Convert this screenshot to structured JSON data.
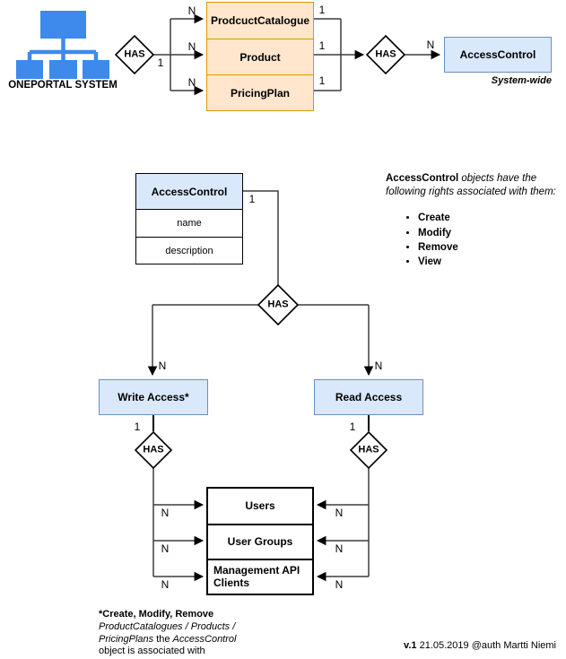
{
  "colors": {
    "icon_blue": "#3E89EC",
    "orange_fill": "#FFE6CC",
    "orange_border": "#D79B00",
    "blue_fill": "#DAE8FC",
    "blue_border": "#6C8EBF",
    "line": "#3d3d3d"
  },
  "top": {
    "system_label": "ONEPORTAL SYSTEM",
    "has_left": "HAS",
    "has_left_card": "1",
    "stack_items": [
      "ProdcuctCatalogue",
      "Product",
      "PricingPlan"
    ],
    "stack_left_cards": [
      "N",
      "N",
      "N"
    ],
    "stack_right_cards": [
      "1",
      "1",
      "1"
    ],
    "has_right": "HAS",
    "has_right_card": "N",
    "access_control_label": "AccessControl",
    "scope_note": "System-wide"
  },
  "entity": {
    "title": "AccessControl",
    "attributes": [
      "name",
      "description"
    ],
    "card": "1"
  },
  "rights_note": {
    "lead_bold": "AccessControl",
    "lead_italic": " objects have the following rights associated with them:",
    "bullets": [
      "Create",
      "Modify",
      "Remove",
      "View"
    ]
  },
  "split": {
    "has": "HAS",
    "left_card": "N",
    "right_card": "N",
    "write_label": "Write Access*",
    "read_label": "Read Access",
    "write_card": "1",
    "read_card": "1",
    "write_has": "HAS",
    "read_has": "HAS"
  },
  "targets": {
    "items": [
      "Users",
      "User Groups",
      "Management API Clients"
    ],
    "left_cards": [
      "N",
      "N",
      "N"
    ],
    "right_cards": [
      "N",
      "N",
      "N"
    ]
  },
  "footnote": {
    "line1": "*Create, Modify, Remove",
    "line2": "ProductCatalogues / Products /",
    "line3_italic1": "PricingPlans",
    "line3_mid": " the ",
    "line3_italic2": "AccessControl",
    "line4": "object is associated with"
  },
  "footer": {
    "version": "v.1",
    "meta": " 21.05.2019 @auth Martti Niemi"
  }
}
